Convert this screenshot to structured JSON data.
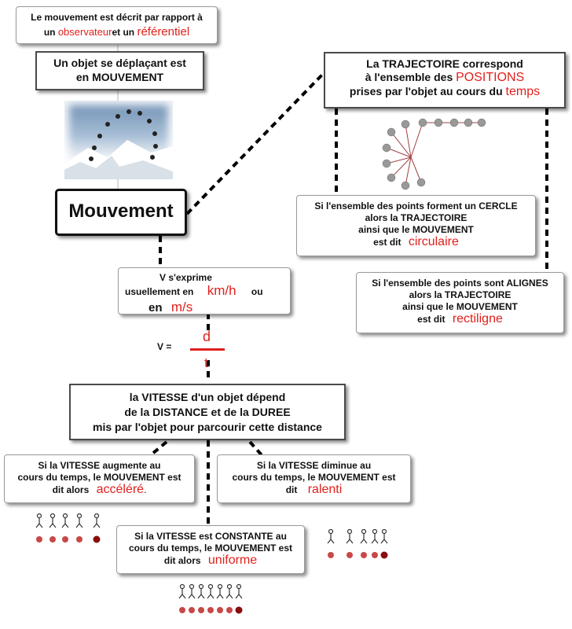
{
  "observer_box": {
    "line1": "Le mouvement est décrit par rapport à",
    "prefix": "un ",
    "observer": "observateur",
    "mid": "et un ",
    "referential": "référentiel"
  },
  "moving_box": {
    "line1": "Un objet se déplaçant est",
    "line2": "en MOUVEMENT"
  },
  "main_box": {
    "title": "Mouvement"
  },
  "trajectory_box": {
    "line1": "La TRAJECTOIRE correspond",
    "line2_prefix": "à l'ensemble des ",
    "positions": "POSITIONS",
    "line3_prefix": "prises par l'objet au cours du ",
    "time": "temps"
  },
  "circle_box": {
    "line1": "Si l'ensemble des points forment un CERCLE",
    "line2": "alors la TRAJECTOIRE",
    "line3": "ainsi que le MOUVEMENT",
    "line4_prefix": "est dit",
    "word": "circulaire"
  },
  "straight_box": {
    "line1": "Si l'ensemble des points sont ALIGNES",
    "line2": "alors la TRAJECTOIRE",
    "line3": "ainsi que le MOUVEMENT",
    "line4_prefix": "est dit",
    "word": "rectiligne"
  },
  "units_box": {
    "line1": "V s'exprime",
    "line2_prefix": "usuellement en",
    "kmh": "km/h",
    "or": "ou",
    "en": "en",
    "ms": "m/s"
  },
  "formula": {
    "lhs": "V =",
    "numerator": "d",
    "denominator": "t"
  },
  "speed_box": {
    "line1": "la VITESSE d'un objet dépend",
    "line2": "de la DISTANCE et de la DUREE",
    "line3": "mis par l'objet pour parcourir cette distance"
  },
  "accel_box": {
    "line1": "Si la VITESSE  augmente au",
    "line2": "cours du temps, le MOUVEMENT est",
    "line3_prefix": "dit alors",
    "word": "accéléré",
    "suffix": "."
  },
  "slow_box": {
    "line1": "Si la VITESSE diminue  au",
    "line2": "cours du temps, le MOUVEMENT est",
    "line3_prefix": "dit",
    "word": "ralenti"
  },
  "uniform_box": {
    "line1": "Si la VITESSE est CONSTANTE au",
    "line2": "cours du temps, le MOUVEMENT est",
    "line3_prefix": "dit alors",
    "word": "uniforme"
  },
  "colors": {
    "accent": "#e0201c",
    "border": "#9a9a9a",
    "connector": "#000000"
  }
}
